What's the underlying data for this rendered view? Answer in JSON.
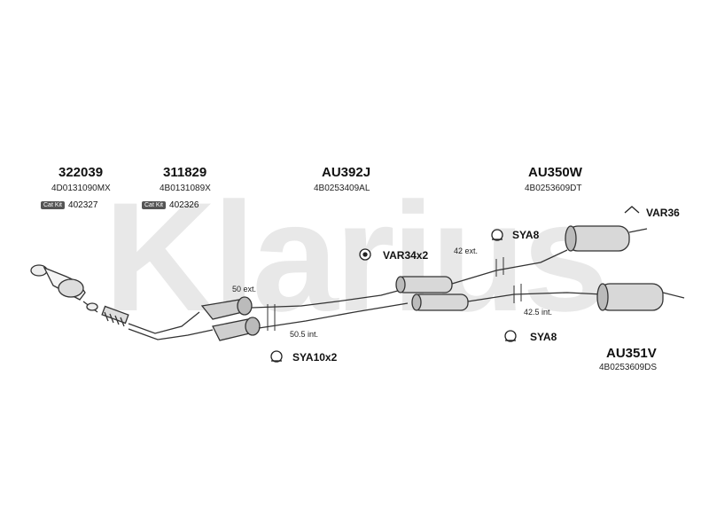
{
  "watermark": "Klarius",
  "parts": [
    {
      "id": "322039",
      "oem": "4D0131090MX",
      "cat_kit_label": "Cat Kit",
      "cat_kit_code": "402327"
    },
    {
      "id": "311829",
      "oem": "4B0131089X",
      "cat_kit_label": "Cat Kit",
      "cat_kit_code": "402326"
    },
    {
      "id": "AU392J",
      "oem": "4B0253409AL"
    },
    {
      "id": "AU350W",
      "oem": "4B0253609DT"
    },
    {
      "id": "AU351V",
      "oem": "4B0253609DS"
    }
  ],
  "fittings": {
    "var36": "VAR36",
    "var34": "VAR34x2",
    "sya8_top": "SYA8",
    "sya8_bottom": "SYA8",
    "sya10": "SYA10x2"
  },
  "dimensions": {
    "ext50": "50 ext.",
    "int50_5": "50.5 int.",
    "ext42": "42 ext.",
    "int42_5": "42.5 int."
  }
}
